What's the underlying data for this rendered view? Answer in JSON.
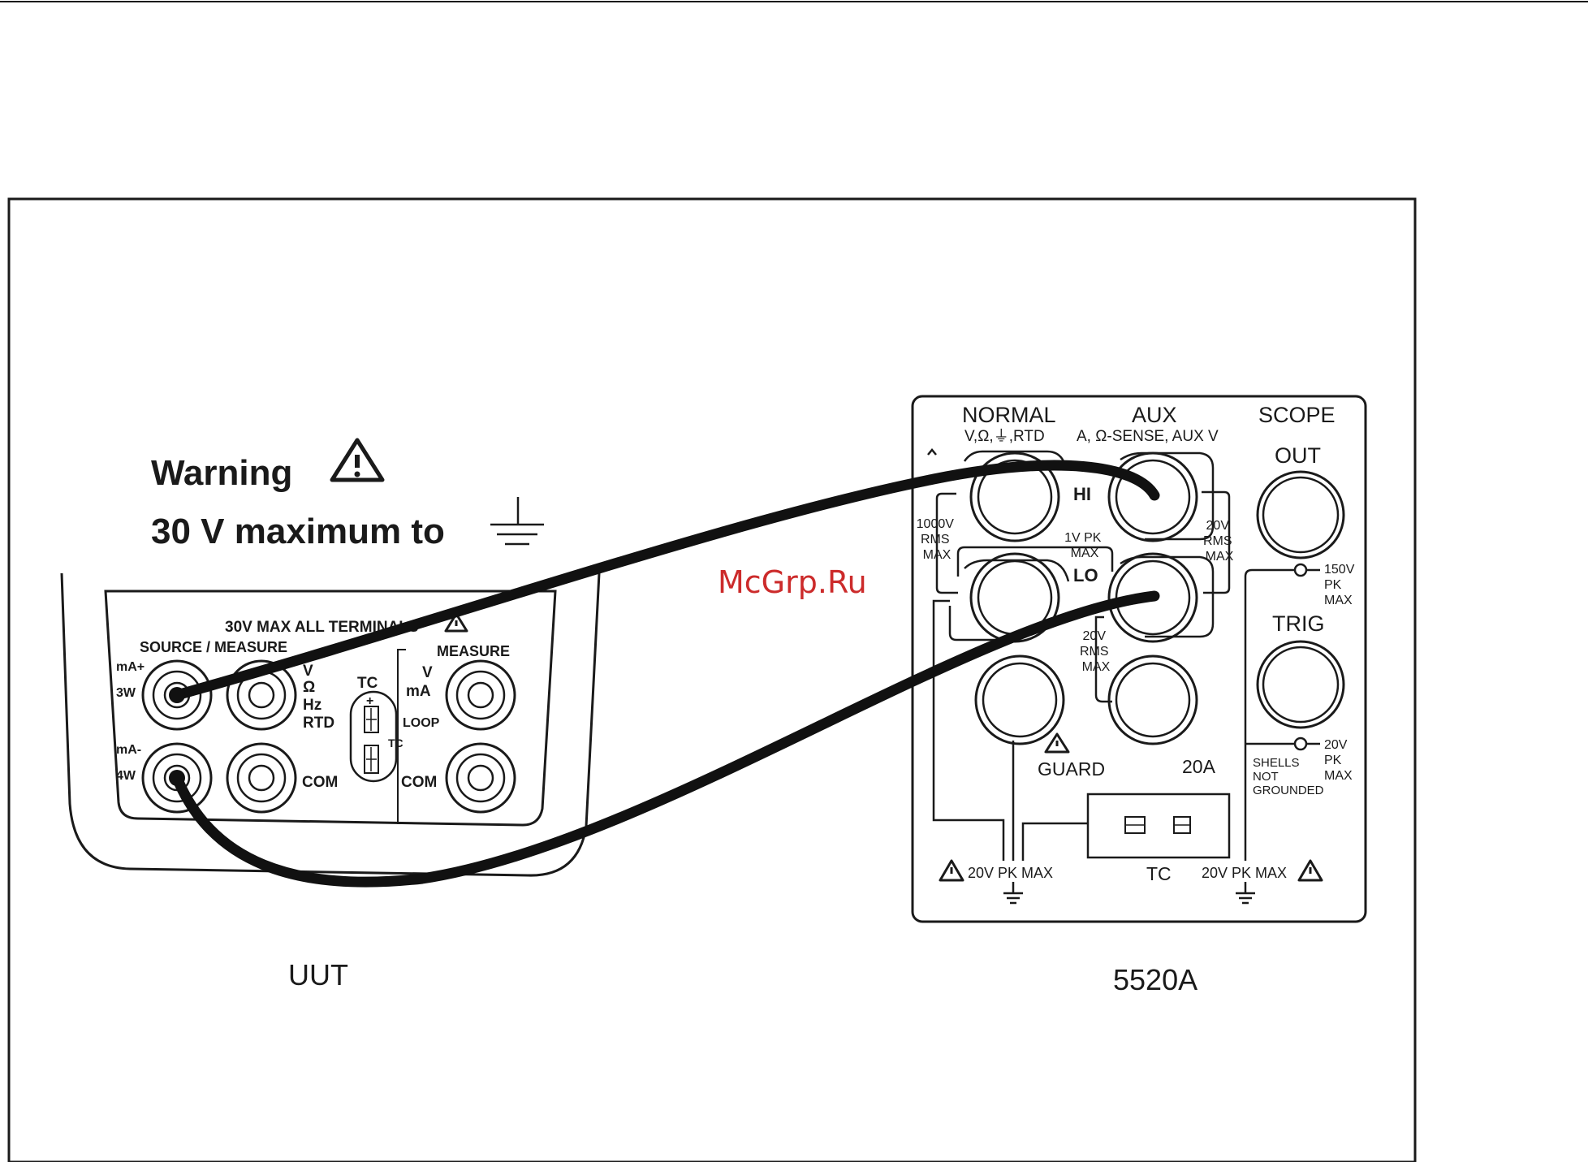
{
  "warning": {
    "title": "Warning",
    "text": "30 V maximum to"
  },
  "watermark": "McGrp.Ru",
  "uut": {
    "label": "UUT",
    "header": "30V MAX ALL TERMINALS",
    "source_measure": "SOURCE / MEASURE",
    "measure": "MEASURE",
    "ma_plus": "mA+",
    "three_w": "3W",
    "ma_minus": "mA-",
    "four_w": "4W",
    "v": "V",
    "ohm": "Ω",
    "hz": "Hz",
    "rtd": "RTD",
    "com_left": "COM",
    "tc": "TC",
    "tc_small": "TC",
    "v2": "V",
    "ma": "mA",
    "loop": "LOOP",
    "com_right": "COM"
  },
  "calibrator": {
    "label": "5520A",
    "normal": "NORMAL",
    "normal_sub": "V,Ω,⏚,RTD",
    "aux": "AUX",
    "aux_sub": "A, Ω-SENSE, AUX V",
    "scope": "SCOPE",
    "out": "OUT",
    "hi": "HI",
    "lo": "LO",
    "rating_1000v": [
      "1000V",
      "RMS",
      "MAX"
    ],
    "rating_20v_aux": [
      "20V",
      "RMS",
      "MAX"
    ],
    "rating_1vpk": [
      "1V PK",
      "MAX"
    ],
    "rating_20v_lo": [
      "20V",
      "RMS",
      "MAX"
    ],
    "rating_150v": [
      "150V",
      "PK",
      "MAX"
    ],
    "trig": "TRIG",
    "rating_20v_trig": [
      "20V",
      "PK",
      "MAX"
    ],
    "shells": [
      "SHELLS",
      "NOT",
      "GROUNDED"
    ],
    "guard": "GUARD",
    "twenty_a": "20A",
    "tc": "TC",
    "pk_left": "20V PK MAX",
    "pk_right": "20V PK MAX"
  }
}
